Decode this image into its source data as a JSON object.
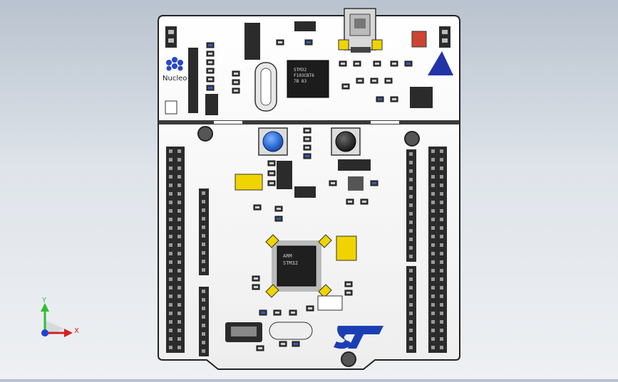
{
  "board": {
    "brand_label": "Nucleo",
    "st_logo_text": "ST",
    "mcu_marking_line1": "ARM",
    "mcu_marking_line2": "STM32",
    "stlink_chip_line1": "STM32",
    "stlink_chip_line2": "F103CBT6",
    "stlink_chip_line3": "7B 83",
    "colors": {
      "pcb": "#f7f7f7",
      "header": "#2b2b2b",
      "user_button": "#2e6fd6",
      "reset_button": "#3a3a3a",
      "st_blue": "#1a3fb5"
    },
    "icons": [
      "usb-connector-icon",
      "user-button-icon",
      "reset-button-icon",
      "st-logo-icon",
      "nucleo-logo-icon",
      "crystal-icon"
    ]
  },
  "triad": {
    "y_label": "Y",
    "x_label": "X",
    "colors": {
      "y": "#2fbf2f",
      "x": "#d42020",
      "z": "#2040d8"
    }
  }
}
